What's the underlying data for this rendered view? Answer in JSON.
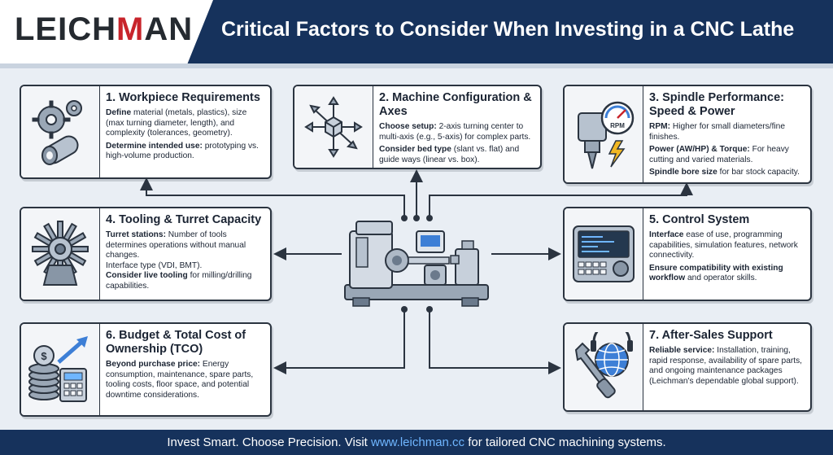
{
  "header": {
    "logo": {
      "part1": "LEICH",
      "part2": "M",
      "part3": "AN",
      "full": "LEICHMAN"
    },
    "title": "Critical Factors to Consider When Investing in a CNC Lathe"
  },
  "colors": {
    "navy": "#16325c",
    "accent_red": "#c8242b",
    "link_blue": "#6fb6ff",
    "card_border": "#2b3440",
    "background": "#e9eef4"
  },
  "factors": [
    {
      "title": "1.  Workpiece Requirements",
      "icon": "gears-icon",
      "paragraphs": [
        {
          "lead": "Define",
          "text": " material (metals, plastics), size (max turning diameter, length), and complexity (tolerances, geometry)."
        },
        {
          "lead": "Determine intended use:",
          "text": " prototyping vs. high-volume production."
        }
      ]
    },
    {
      "title": "2. Machine Configuration & Axes",
      "icon": "axes-cube-icon",
      "paragraphs": [
        {
          "lead": "Choose setup:",
          "text": " 2-axis turning center to multi-axis (e.g., 5-axis) for complex parts."
        },
        {
          "lead": "Consider bed type",
          "text": " (slant vs. flat) and guide ways (linear vs. box)."
        }
      ]
    },
    {
      "title": "3. Spindle Performance: Speed & Power",
      "icon": "spindle-gauge-icon",
      "paragraphs": [
        {
          "lead": "RPM:",
          "text": " Higher for small diameters/fine finishes."
        },
        {
          "lead": "Power (AW/HP) & Torque:",
          "text": " For heavy cutting and varied materials."
        },
        {
          "lead": "Spindle bore size",
          "text": " for bar stock capacity."
        }
      ],
      "gauge_label": "RPM"
    },
    {
      "title": "4. Tooling & Turret Capacity",
      "icon": "turret-icon",
      "paragraphs": [
        {
          "lead": "Turret stations:",
          "text": " Number of tools determines operations without manual changes."
        },
        {
          "lead": "",
          "text": "Interface type (VDI, BMT)."
        },
        {
          "lead": "Consider live tooling",
          "text": " for milling/drilling capabilities."
        }
      ]
    },
    {
      "title": "5. Control System",
      "icon": "control-panel-icon",
      "paragraphs": [
        {
          "lead": "Interface",
          "text": " ease of use, programming capabilities, simulation features, network connectivity."
        },
        {
          "lead": "Ensure compatibility with existing workflow",
          "text": " and operator skills."
        }
      ]
    },
    {
      "title": "6. Budget & Total Cost of Ownership (TCO)",
      "icon": "coins-calculator-icon",
      "paragraphs": [
        {
          "lead": "Beyond purchase price:",
          "text": " Energy consumption, maintenance, spare parts, tooling costs, floor space, and potential downtime considerations."
        }
      ]
    },
    {
      "title": "7. After-Sales Support",
      "icon": "wrench-globe-icon",
      "paragraphs": [
        {
          "lead": "Reliable service:",
          "text": " Installation, training, rapid response, availability of spare parts, and ongoing maintenance packages (Leichman's dependable global support)."
        }
      ]
    }
  ],
  "center": {
    "icon": "cnc-lathe-icon"
  },
  "footer": {
    "before": "Invest Smart. Choose Precision. Visit ",
    "link": "www.leichman.cc",
    "after": " for tailored CNC machining systems."
  }
}
